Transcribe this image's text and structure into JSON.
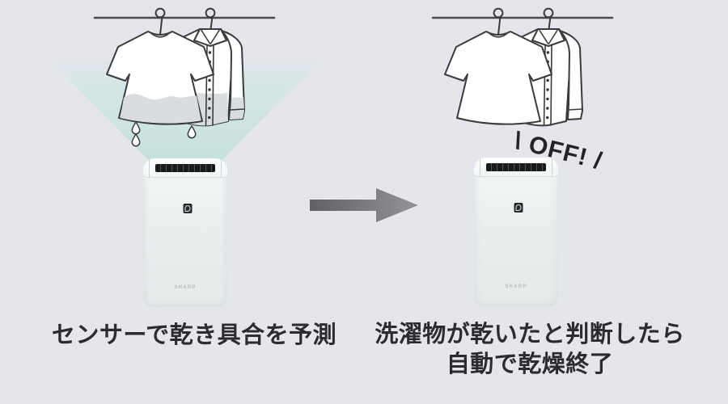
{
  "colors": {
    "background": "#e5e5ec",
    "airflow": "#c7e3e0",
    "wet_area": "#d9dde0",
    "outline": "#3b3b3c",
    "arrow_gradient_start": "#5f6164",
    "arrow_gradient_end": "#929497",
    "caption_text": "#2b2b30"
  },
  "left_panel": {
    "caption": "センサーで乾き具合を予測",
    "water_drop_count": 3
  },
  "right_panel": {
    "caption_line1": "洗濯物が乾いたと判断したら",
    "caption_line2": "自動で乾燥終了",
    "off_label": "\\ OFF! /"
  },
  "device": {
    "brand": "SHARP"
  }
}
